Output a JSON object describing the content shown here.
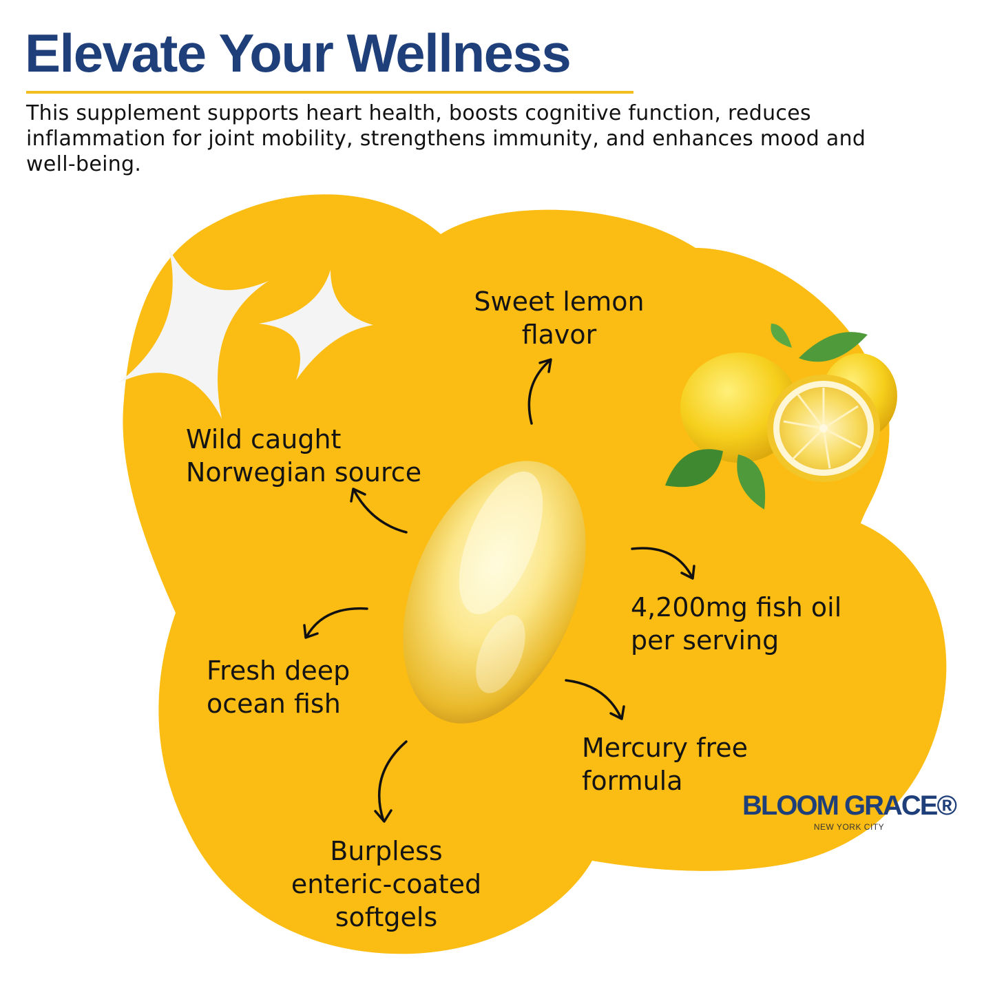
{
  "header": {
    "title": "Elevate Your Wellness",
    "description": "This supplement supports heart health, boosts cognitive function, reduces inflammation for joint mobility, strengthens immunity, and enhances mood and well-being."
  },
  "features": {
    "lemon": "Sweet lemon\nflavor",
    "source": "Wild caught\nNorwegian source",
    "dose": "4,200mg fish oil\nper serving",
    "fish": "Fresh deep\nocean fish",
    "mercury": "Mercury free\nformula",
    "softgel": "Burpless\nenteric-coated\nsoftgels"
  },
  "brand": {
    "name": "BLOOM GRACE®",
    "city": "NEW YORK CITY"
  },
  "colors": {
    "title": "#1f3f7a",
    "accent": "#f0be1e",
    "blob": "#fbbd14",
    "brand": "#1f3f7a",
    "text": "#141414"
  },
  "icons": [
    "sparkle-icon",
    "lemon-icon",
    "softgel-capsule-icon",
    "curved-arrow-icon"
  ]
}
